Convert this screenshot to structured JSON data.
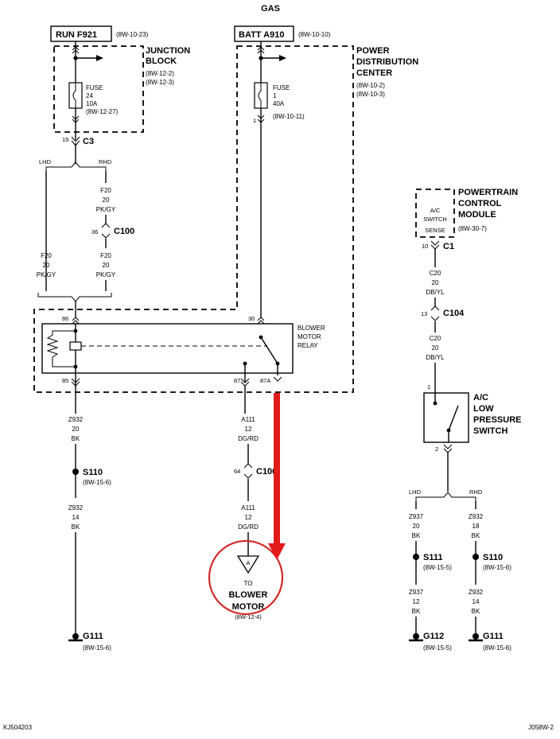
{
  "title": "GAS",
  "footer": {
    "left": "KJ504203",
    "right": "J058W-2"
  },
  "junction_block": {
    "source_label": "RUN F921",
    "source_ref": "(8W-10-23)",
    "name_line1": "JUNCTION",
    "name_line2": "BLOCK",
    "ref1": "(8W-12-2)",
    "ref2": "(8W-12-3)",
    "fuse_label": "FUSE",
    "fuse_num": "24",
    "fuse_amp": "10A",
    "fuse_ref": "(8W-12-27)",
    "pin": "19",
    "connector": "C3"
  },
  "pdc": {
    "source_label": "BATT A910",
    "source_ref": "(8W-10-10)",
    "name_line1": "POWER",
    "name_line2": "DISTRIBUTION",
    "name_line3": "CENTER",
    "ref1": "(8W-10-2)",
    "ref2": "(8W-10-3)",
    "fuse_label": "FUSE",
    "fuse_num": "1",
    "fuse_amp": "40A",
    "fuse_ref": "(8W-10-11)",
    "pin": "1"
  },
  "split1": {
    "left": "LHD",
    "right": "RHD"
  },
  "wire_f20_rhd_upper": {
    "code": "F20",
    "gauge": "20",
    "color": "PK/GY"
  },
  "c100_upper": {
    "pin": "36",
    "connector": "C100"
  },
  "wire_f20_lhd": {
    "code": "F20",
    "gauge": "20",
    "color": "PK/GY"
  },
  "wire_f20_rhd_lower": {
    "code": "F20",
    "gauge": "20",
    "color": "PK/GY"
  },
  "relay": {
    "name_line1": "BLOWER",
    "name_line2": "MOTOR",
    "name_line3": "RELAY",
    "pin86": "86",
    "pin30": "30",
    "pin85": "85",
    "pin87": "87",
    "pin87a": "87A"
  },
  "wire_z932_a": {
    "code": "Z932",
    "gauge": "20",
    "color": "BK"
  },
  "splice_s110_left": {
    "name": "S110",
    "ref": "(8W-15-6)"
  },
  "wire_z932_b": {
    "code": "Z932",
    "gauge": "14",
    "color": "BK"
  },
  "ground_g111_left": {
    "name": "G111",
    "ref": "(8W-15-6)"
  },
  "wire_a111_a": {
    "code": "A111",
    "gauge": "12",
    "color": "DG/RD"
  },
  "c100_lower": {
    "pin": "64",
    "connector": "C100"
  },
  "wire_a111_b": {
    "code": "A111",
    "gauge": "12",
    "color": "DG/RD"
  },
  "blower_ref": {
    "letter": "A",
    "to": "TO",
    "line1": "BLOWER",
    "line2": "MOTOR",
    "ref": "(8W-12-4)"
  },
  "pcm": {
    "name_line1": "POWERTRAIN",
    "name_line2": "CONTROL",
    "name_line3": "MODULE",
    "ref": "(8W-30-7)",
    "inner1": "A/C",
    "inner2": "SWITCH",
    "inner3": "SENSE",
    "pin": "10",
    "connector": "C1"
  },
  "wire_c20_a": {
    "code": "C20",
    "gauge": "20",
    "color": "DB/YL"
  },
  "c104": {
    "pin": "13",
    "connector": "C104"
  },
  "wire_c20_b": {
    "code": "C20",
    "gauge": "20",
    "color": "DB/YL"
  },
  "ac_switch": {
    "line1": "A/C",
    "line2": "LOW",
    "line3": "PRESSURE",
    "line4": "SWITCH",
    "pin_top": "1",
    "pin_bottom": "2"
  },
  "split2": {
    "left": "LHD",
    "right": "RHD"
  },
  "wire_z937_a": {
    "code": "Z937",
    "gauge": "20",
    "color": "BK"
  },
  "wire_z932_c": {
    "code": "Z932",
    "gauge": "18",
    "color": "BK"
  },
  "splice_s111": {
    "name": "S111",
    "ref": "(8W-15-5)"
  },
  "splice_s110_right": {
    "name": "S110",
    "ref": "(8W-15-6)"
  },
  "wire_z937_b": {
    "code": "Z937",
    "gauge": "12",
    "color": "BK"
  },
  "wire_z932_d": {
    "code": "Z932",
    "gauge": "14",
    "color": "BK"
  },
  "ground_g112": {
    "name": "G112",
    "ref": "(8W-15-5)"
  },
  "ground_g111_right": {
    "name": "G111",
    "ref": "(8W-15-6)"
  },
  "annotation": {
    "arrow_color": "#e21b1b",
    "circle_color": "#d42a2a"
  }
}
